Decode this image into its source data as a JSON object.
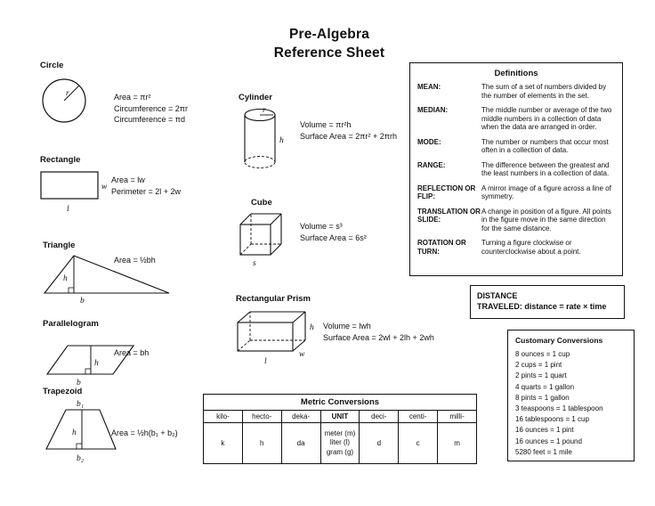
{
  "title": {
    "line1": "Pre-Algebra",
    "line2": "Reference Sheet"
  },
  "shapes": {
    "circle": {
      "heading": "Circle",
      "label_r": "r",
      "formulas": [
        "Area = πr²",
        "Circumference = 2πr",
        "Circumference = πd"
      ]
    },
    "rectangle": {
      "heading": "Rectangle",
      "label_w": "w",
      "label_l": "l",
      "formulas": [
        "Area = lw",
        "Perimeter = 2l + 2w"
      ]
    },
    "triangle": {
      "heading": "Triangle",
      "label_h": "h",
      "label_b": "b",
      "formulas": [
        "Area = ½bh"
      ]
    },
    "parallelogram": {
      "heading": "Parallelogram",
      "label_h": "h",
      "label_b": "b",
      "formulas": [
        "Area = bh"
      ]
    },
    "trapezoid": {
      "heading": "Trapezoid",
      "label_b1": "b₁",
      "label_h": "h",
      "label_b2": "b₂",
      "formulas": [
        "Area = ½h(b₁ + b₂)"
      ]
    },
    "cylinder": {
      "heading": "Cylinder",
      "label_r": "r",
      "label_h": "h",
      "formulas": [
        "Volume = πr²h",
        "Surface Area = 2πr² + 2πrh"
      ]
    },
    "cube": {
      "heading": "Cube",
      "label_s": "s",
      "formulas": [
        "Volume = s³",
        "Surface Area = 6s²"
      ]
    },
    "rect_prism": {
      "heading": "Rectangular Prism",
      "label_h": "h",
      "label_w": "w",
      "label_l": "l",
      "formulas": [
        "Volume = lwh",
        "Surface Area = 2wl + 2lh + 2wh"
      ]
    }
  },
  "definitions": {
    "title": "Definitions",
    "entries": [
      {
        "term": "MEAN:",
        "text": "The sum of a set of numbers divided by the number of elements in the set."
      },
      {
        "term": "MEDIAN:",
        "text": "The middle number or average of the two middle numbers in a collection of data when the data are arranged in order."
      },
      {
        "term": "MODE:",
        "text": "The number or numbers that occur most often in a collection of data."
      },
      {
        "term": "RANGE:",
        "text": "The difference between the greatest and the least numbers in a collection of data."
      },
      {
        "term": "REFLECTION OR FLIP:",
        "text": "A mirror image of a figure across a line of symmetry."
      },
      {
        "term": "TRANSLATION OR SLIDE:",
        "text": "A change in position of a figure. All points in the figure move in the same direction for the same distance."
      },
      {
        "term": "ROTATION OR TURN:",
        "text": "Turning a figure clockwise or counterclockwise about a point."
      }
    ]
  },
  "distance": {
    "line1": "DISTANCE",
    "line2_label": "TRAVELED:",
    "line2_text": "distance = rate × time"
  },
  "customary": {
    "title": "Customary Conversions",
    "items": [
      "8 ounces = 1 cup",
      "2 cups = 1 pint",
      "2 pints = 1 quart",
      "4 quarts = 1 gallon",
      "8 pints = 1 gallon",
      "3 teaspoons = 1 tablespoon",
      "16 tablespoons = 1 cup",
      "16 ounces = 1 pint",
      "16 ounces = 1 pound",
      "5280 feet = 1 mile"
    ]
  },
  "metric": {
    "title": "Metric Conversions",
    "headers": [
      "kilo-",
      "hecto-",
      "deka-",
      "UNIT",
      "deci-",
      "centi-",
      "milli-"
    ],
    "values": [
      "k",
      "h",
      "da",
      "",
      "d",
      "c",
      "m"
    ],
    "unit_lines": [
      "meter (m)",
      "liter (l)",
      "gram (g)"
    ]
  }
}
